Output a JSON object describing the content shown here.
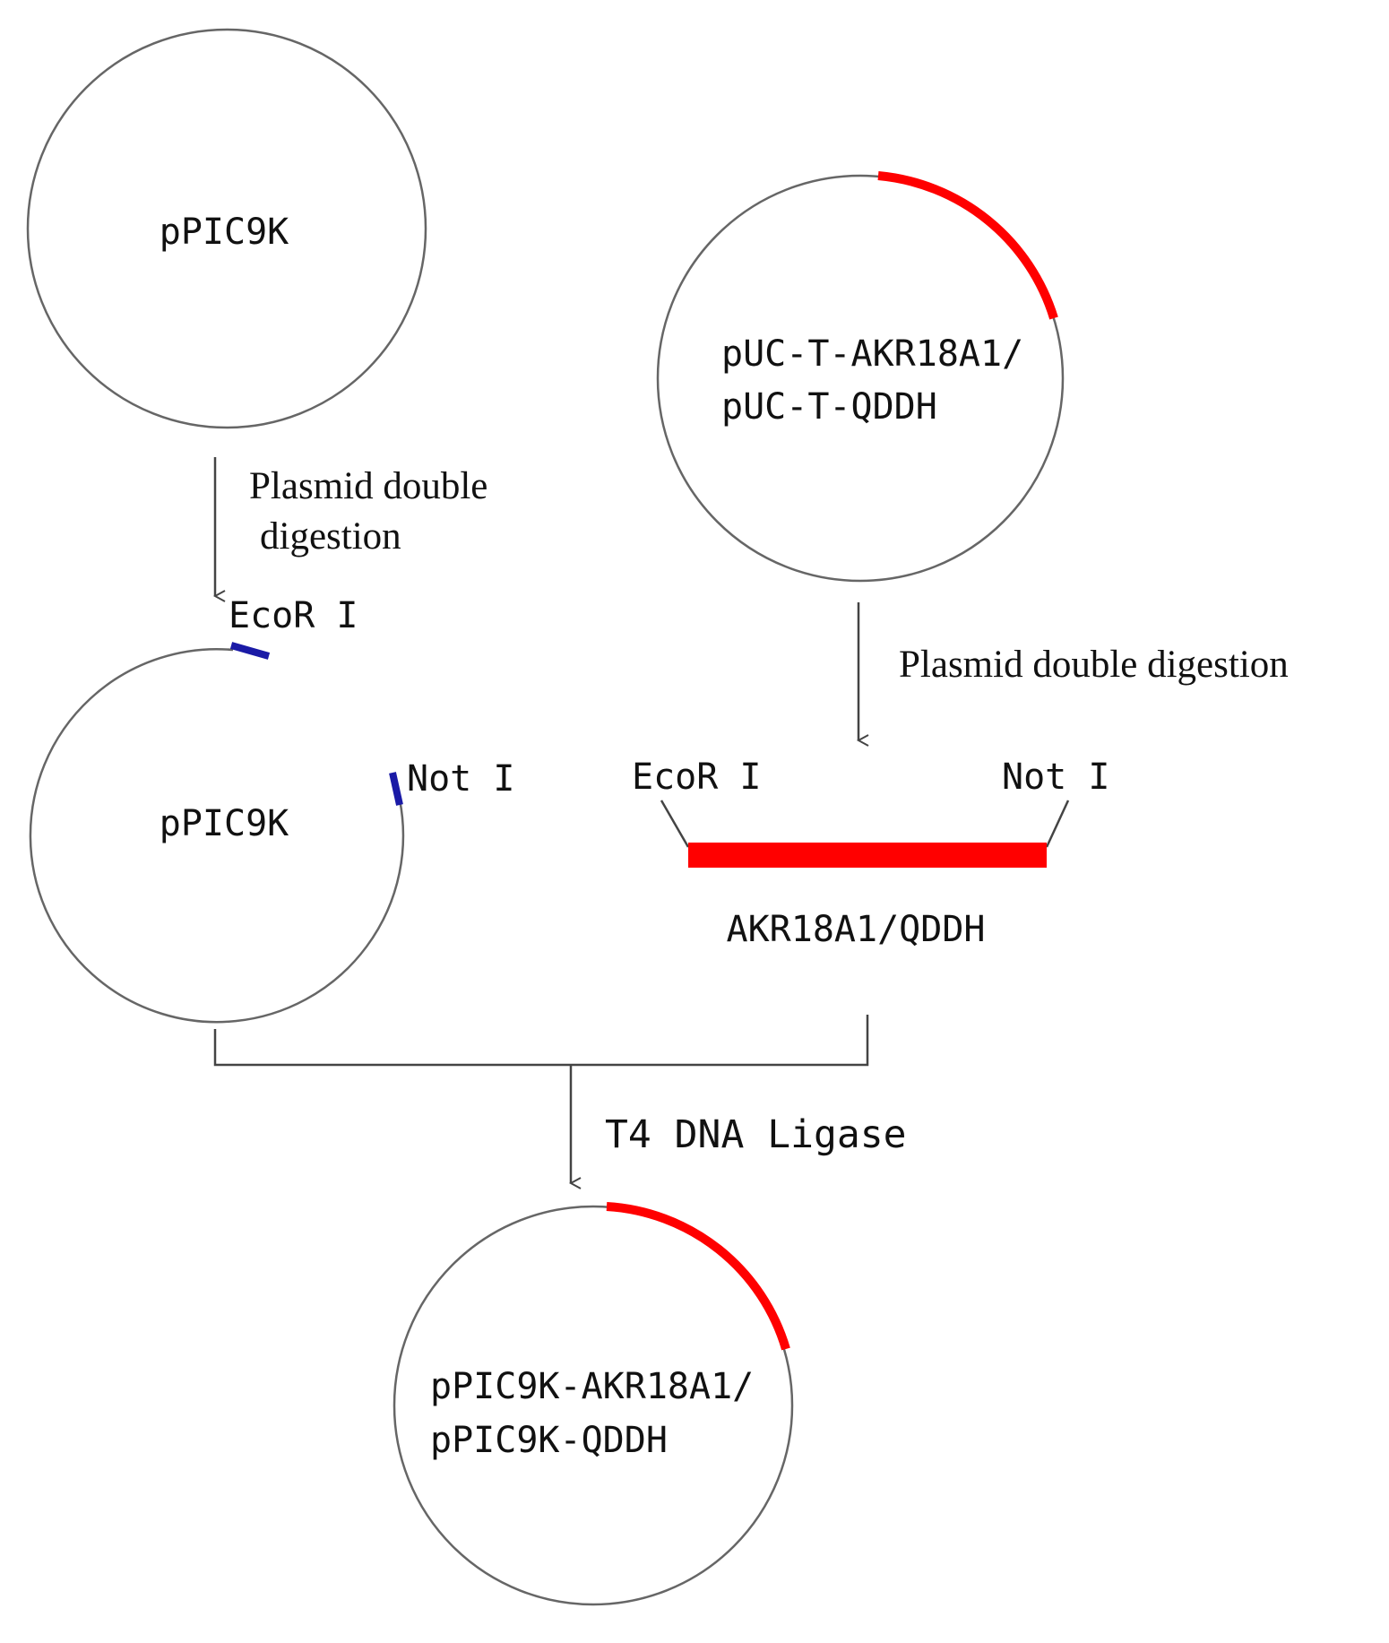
{
  "diagram": {
    "vector": "pPIC9K",
    "donor_line1": "pUC-T-AKR18A1/",
    "donor_line2": "pUC-T-QDDH",
    "digest_step_left_line1": "Plasmid double",
    "digest_step_left_line2": "digestion",
    "digest_step_right": "Plasmid double digestion",
    "site_ecori": "EcoR I",
    "site_noti": "Not I",
    "fragment": "AKR18A1/QDDH",
    "ligation_step": "T4 DNA Ligase",
    "product_line1": "pPIC9K-AKR18A1/",
    "product_line2": "pPIC9K-QDDH"
  },
  "colors": {
    "insert": "#ff0000",
    "restriction_site": "#1a1aa6",
    "outline": "#666666"
  }
}
